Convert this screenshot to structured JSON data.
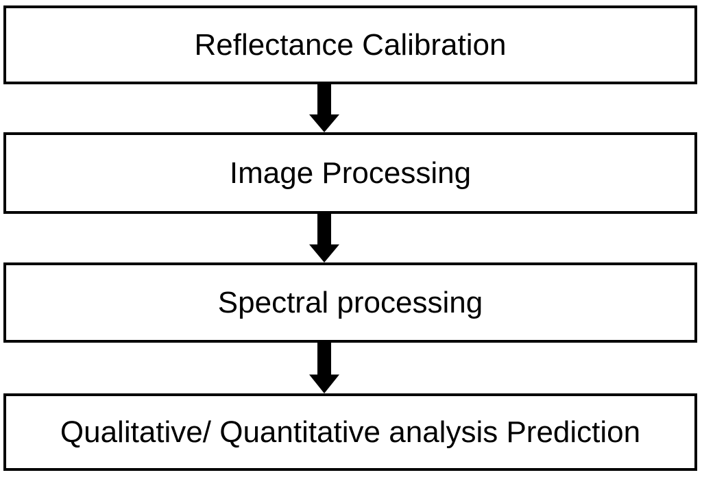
{
  "diagram": {
    "type": "flowchart",
    "direction": "top-to-bottom",
    "boxes": [
      {
        "label": "Reflectance Calibration"
      },
      {
        "label": "Image Processing"
      },
      {
        "label": "Spectral processing"
      },
      {
        "label": "Qualitative/ Quantitative analysis Prediction"
      }
    ],
    "connectors": [
      {
        "from": 0,
        "to": 1,
        "style": "block-arrow-down"
      },
      {
        "from": 1,
        "to": 2,
        "style": "block-arrow-down"
      },
      {
        "from": 2,
        "to": 3,
        "style": "block-arrow-down"
      }
    ],
    "colors": {
      "background": "#ffffff",
      "box_fill": "#ffffff",
      "box_border": "#000000",
      "arrow": "#000000",
      "text": "#000000"
    }
  }
}
